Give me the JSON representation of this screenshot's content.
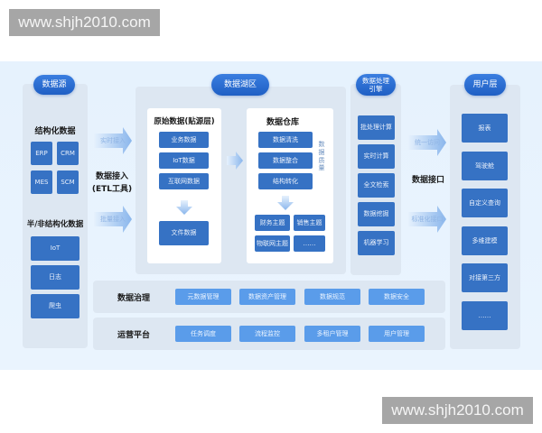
{
  "watermarks": {
    "top": "www.shjh2010.com",
    "bottom": "www.shjh2010.com"
  },
  "colors": {
    "pill_blue": "#2a6fd6",
    "box_blue": "#3672c4",
    "box_light": "#5a9cea",
    "panel": "#dde7f2",
    "canvas": "#e8f3fd"
  },
  "source": {
    "title": "数据源",
    "structured": {
      "heading": "结构化数据",
      "items": [
        "ERP",
        "CRM",
        "MES",
        "SCM"
      ]
    },
    "semi": {
      "heading": "半/非结构化数据",
      "items": [
        "IoT",
        "日志",
        "爬虫"
      ]
    }
  },
  "ingest": {
    "realtime": "实时接入",
    "label_line1": "数据接入",
    "label_line2": "(ETL工具)",
    "batch": "批量接入"
  },
  "lake": {
    "title": "数据湖区",
    "raw": {
      "heading": "原始数据(贴源层)",
      "items": [
        "业务数据",
        "IoT数据",
        "互联网数据"
      ],
      "file": "文件数据"
    },
    "warehouse": {
      "heading": "数据仓库",
      "items": [
        "数据清洗",
        "数据整合",
        "结构转化"
      ],
      "themes": [
        "财务主题",
        "销售主题",
        "物联网主题",
        "……"
      ],
      "quality_label": "数据质量"
    }
  },
  "engine": {
    "title_line1": "数据处理",
    "title_line2": "引擎",
    "items": [
      "批处理计算",
      "实时计算",
      "全文检索",
      "数据挖掘",
      "机器学习"
    ]
  },
  "interface": {
    "unified": "统一访问",
    "label": "数据接口",
    "standard": "标准化接口"
  },
  "user": {
    "title": "用户层",
    "items": [
      "报表",
      "驾驶舱",
      "自定义查询",
      "多维建模",
      "对接第三方",
      "……"
    ]
  },
  "governance": {
    "label": "数据治理",
    "items": [
      "元数据管理",
      "数据资产管理",
      "数据规范",
      "数据安全"
    ]
  },
  "operations": {
    "label": "运营平台",
    "items": [
      "任务调度",
      "流程监控",
      "多租户管理",
      "用户管理"
    ]
  }
}
